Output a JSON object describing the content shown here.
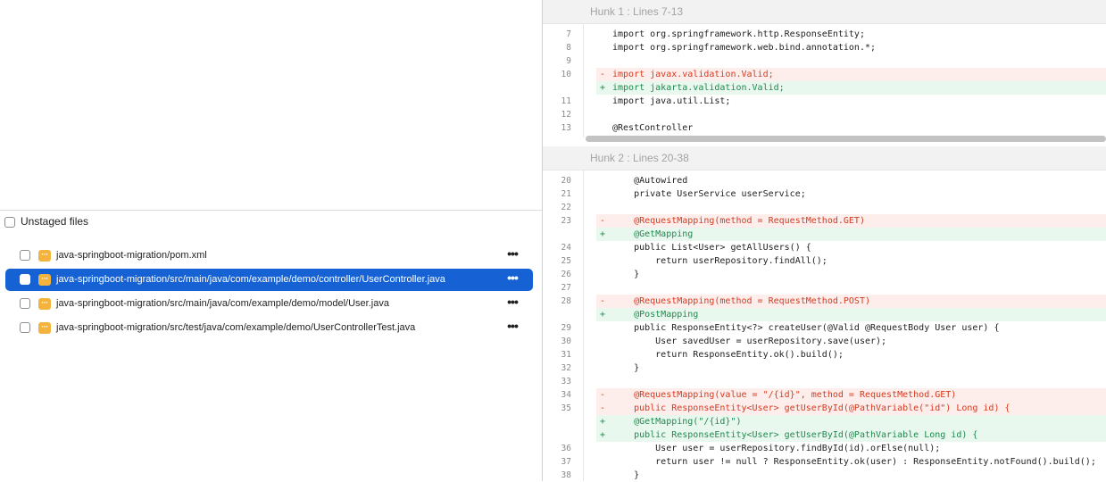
{
  "unstaged": {
    "title": "Unstaged files",
    "files": [
      {
        "path": "java-springboot-migration/pom.xml",
        "selected": false
      },
      {
        "path": "java-springboot-migration/src/main/java/com/example/demo/controller/UserController.java",
        "selected": true
      },
      {
        "path": "java-springboot-migration/src/main/java/com/example/demo/model/User.java",
        "selected": false
      },
      {
        "path": "java-springboot-migration/src/test/java/com/example/demo/UserControllerTest.java",
        "selected": false
      }
    ],
    "file_icon_glyph": "···",
    "more_glyph": "•••"
  },
  "colors": {
    "selected_row": "#1662d4",
    "deleted_text": "#d63a1f",
    "added_text": "#1f8a4c",
    "file_icon": "#f4b33d"
  },
  "hunks": [
    {
      "title": "Hunk 1 : Lines 7-13",
      "lines": [
        {
          "num": "7",
          "type": "ctx",
          "marker": "",
          "code": "import org.springframework.http.ResponseEntity;"
        },
        {
          "num": "8",
          "type": "ctx",
          "marker": "",
          "code": "import org.springframework.web.bind.annotation.*;"
        },
        {
          "num": "9",
          "type": "ctx",
          "marker": "",
          "code": ""
        },
        {
          "num": "10",
          "type": "del",
          "marker": "-",
          "code": "import javax.validation.Valid;"
        },
        {
          "num": "",
          "type": "add",
          "marker": "+",
          "code": "import jakarta.validation.Valid;"
        },
        {
          "num": "11",
          "type": "ctx",
          "marker": "",
          "code": "import java.util.List;"
        },
        {
          "num": "12",
          "type": "ctx",
          "marker": "",
          "code": ""
        },
        {
          "num": "13",
          "type": "ctx",
          "marker": "",
          "code": "@RestController"
        }
      ]
    },
    {
      "title": "Hunk 2 : Lines 20-38",
      "lines": [
        {
          "num": "20",
          "type": "ctx",
          "marker": "",
          "code": "    @Autowired"
        },
        {
          "num": "21",
          "type": "ctx",
          "marker": "",
          "code": "    private UserService userService;"
        },
        {
          "num": "22",
          "type": "ctx",
          "marker": "",
          "code": ""
        },
        {
          "num": "23",
          "type": "del",
          "marker": "-",
          "code": "    @RequestMapping(method = RequestMethod.GET)"
        },
        {
          "num": "",
          "type": "add",
          "marker": "+",
          "code": "    @GetMapping"
        },
        {
          "num": "24",
          "type": "ctx",
          "marker": "",
          "code": "    public List<User> getAllUsers() {"
        },
        {
          "num": "25",
          "type": "ctx",
          "marker": "",
          "code": "        return userRepository.findAll();"
        },
        {
          "num": "26",
          "type": "ctx",
          "marker": "",
          "code": "    }"
        },
        {
          "num": "27",
          "type": "ctx",
          "marker": "",
          "code": ""
        },
        {
          "num": "28",
          "type": "del",
          "marker": "-",
          "code": "    @RequestMapping(method = RequestMethod.POST)"
        },
        {
          "num": "",
          "type": "add",
          "marker": "+",
          "code": "    @PostMapping"
        },
        {
          "num": "29",
          "type": "ctx",
          "marker": "",
          "code": "    public ResponseEntity<?> createUser(@Valid @RequestBody User user) {"
        },
        {
          "num": "30",
          "type": "ctx",
          "marker": "",
          "code": "        User savedUser = userRepository.save(user);"
        },
        {
          "num": "31",
          "type": "ctx",
          "marker": "",
          "code": "        return ResponseEntity.ok().build();"
        },
        {
          "num": "32",
          "type": "ctx",
          "marker": "",
          "code": "    }"
        },
        {
          "num": "33",
          "type": "ctx",
          "marker": "",
          "code": ""
        },
        {
          "num": "34",
          "type": "del",
          "marker": "-",
          "code": "    @RequestMapping(value = \"/{id}\", method = RequestMethod.GET)"
        },
        {
          "num": "35",
          "type": "del",
          "marker": "-",
          "code": "    public ResponseEntity<User> getUserById(@PathVariable(\"id\") Long id) {"
        },
        {
          "num": "",
          "type": "add",
          "marker": "+",
          "code": "    @GetMapping(\"/{id}\")"
        },
        {
          "num": "",
          "type": "add",
          "marker": "+",
          "code": "    public ResponseEntity<User> getUserById(@PathVariable Long id) {"
        },
        {
          "num": "36",
          "type": "ctx",
          "marker": "",
          "code": "        User user = userRepository.findById(id).orElse(null);"
        },
        {
          "num": "37",
          "type": "ctx",
          "marker": "",
          "code": "        return user != null ? ResponseEntity.ok(user) : ResponseEntity.notFound().build();"
        },
        {
          "num": "38",
          "type": "ctx",
          "marker": "",
          "code": "    }"
        }
      ]
    }
  ]
}
